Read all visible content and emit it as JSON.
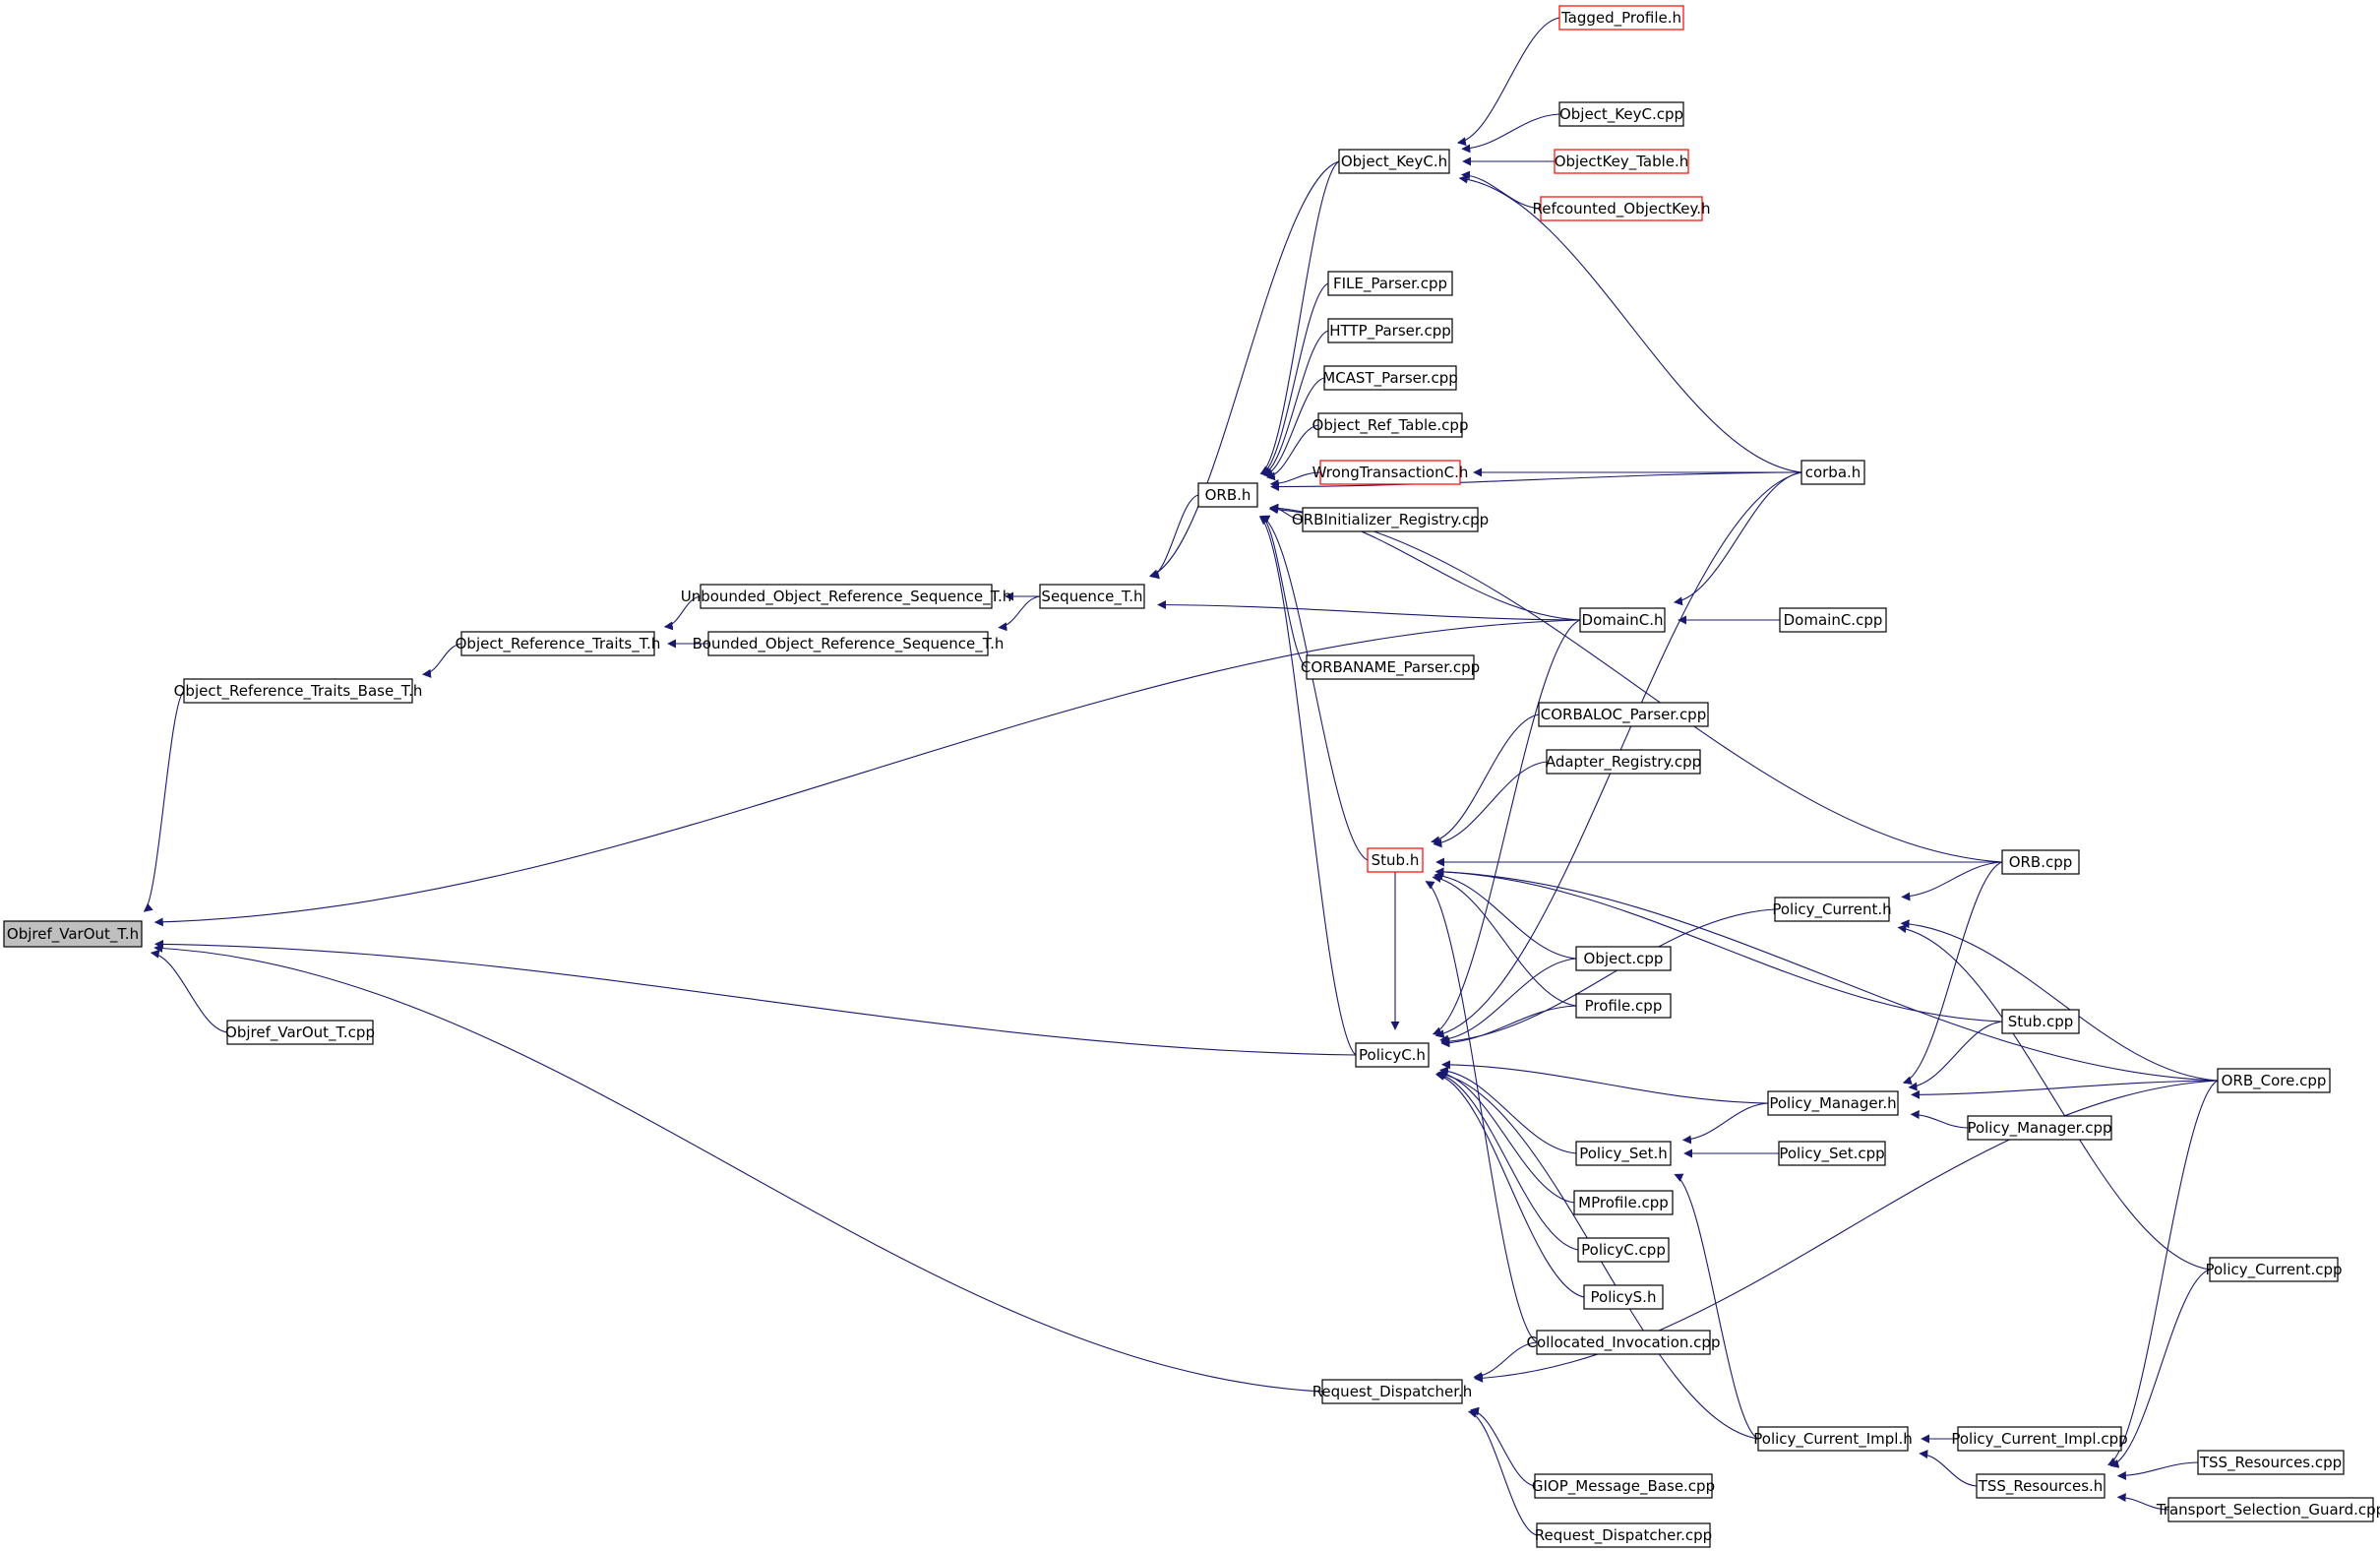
{
  "colors": {
    "edge": "#191970",
    "node_border": "#000000",
    "truncated_border": "#ff0000",
    "root_fill": "#bfbfbf"
  },
  "nodes": [
    {
      "id": "objref_varout_h",
      "label": "Objref_VarOut_T.h",
      "root": true
    },
    {
      "id": "objref_varout_cpp",
      "label": "Objref_VarOut_T.cpp"
    },
    {
      "id": "obj_ref_traits_base",
      "label": "Object_Reference_Traits_Base_T.h"
    },
    {
      "id": "obj_ref_traits",
      "label": "Object_Reference_Traits_T.h"
    },
    {
      "id": "unbounded_seq",
      "label": "Unbounded_Object_Reference_Sequence_T.h"
    },
    {
      "id": "bounded_seq",
      "label": "Bounded_Object_Reference_Sequence_T.h"
    },
    {
      "id": "sequence_t",
      "label": "Sequence_T.h"
    },
    {
      "id": "orb_h",
      "label": "ORB.h"
    },
    {
      "id": "object_keyc_h",
      "label": "Object_KeyC.h"
    },
    {
      "id": "tagged_profile",
      "label": "Tagged_Profile.h",
      "truncated": true
    },
    {
      "id": "object_keyc_cpp",
      "label": "Object_KeyC.cpp"
    },
    {
      "id": "objectkey_table",
      "label": "ObjectKey_Table.h",
      "truncated": true
    },
    {
      "id": "refcounted_objectkey",
      "label": "Refcounted_ObjectKey.h",
      "truncated": true
    },
    {
      "id": "file_parser",
      "label": "FILE_Parser.cpp"
    },
    {
      "id": "http_parser",
      "label": "HTTP_Parser.cpp"
    },
    {
      "id": "mcast_parser",
      "label": "MCAST_Parser.cpp"
    },
    {
      "id": "object_ref_table",
      "label": "Object_Ref_Table.cpp"
    },
    {
      "id": "wrongtransaction",
      "label": "WrongTransactionC.h",
      "truncated": true
    },
    {
      "id": "orbinit_registry",
      "label": "ORBInitializer_Registry.cpp"
    },
    {
      "id": "corbaname_parser",
      "label": "CORBANAME_Parser.cpp"
    },
    {
      "id": "corba_h",
      "label": "corba.h"
    },
    {
      "id": "domainc_h",
      "label": "DomainC.h"
    },
    {
      "id": "domainc_cpp",
      "label": "DomainC.cpp"
    },
    {
      "id": "corbaloc_parser",
      "label": "CORBALOC_Parser.cpp"
    },
    {
      "id": "adapter_registry",
      "label": "Adapter_Registry.cpp"
    },
    {
      "id": "stub_h",
      "label": "Stub.h",
      "truncated": true
    },
    {
      "id": "orb_cpp",
      "label": "ORB.cpp"
    },
    {
      "id": "policy_current_h",
      "label": "Policy_Current.h"
    },
    {
      "id": "object_cpp",
      "label": "Object.cpp"
    },
    {
      "id": "profile_cpp",
      "label": "Profile.cpp"
    },
    {
      "id": "stub_cpp",
      "label": "Stub.cpp"
    },
    {
      "id": "policyc_h",
      "label": "PolicyC.h"
    },
    {
      "id": "policy_manager_h",
      "label": "Policy_Manager.h"
    },
    {
      "id": "orb_core_cpp",
      "label": "ORB_Core.cpp"
    },
    {
      "id": "policy_manager_cpp",
      "label": "Policy_Manager.cpp"
    },
    {
      "id": "policy_set_h",
      "label": "Policy_Set.h"
    },
    {
      "id": "policy_set_cpp",
      "label": "Policy_Set.cpp"
    },
    {
      "id": "mprofile_cpp",
      "label": "MProfile.cpp"
    },
    {
      "id": "policyc_cpp",
      "label": "PolicyC.cpp"
    },
    {
      "id": "policys_h",
      "label": "PolicyS.h"
    },
    {
      "id": "policy_current_cpp",
      "label": "Policy_Current.cpp"
    },
    {
      "id": "collocated_invocation",
      "label": "Collocated_Invocation.cpp"
    },
    {
      "id": "request_dispatcher_h",
      "label": "Request_Dispatcher.h"
    },
    {
      "id": "policy_current_impl_h",
      "label": "Policy_Current_Impl.h"
    },
    {
      "id": "policy_current_impl_cpp",
      "label": "Policy_Current_Impl.cpp"
    },
    {
      "id": "tss_resources_h",
      "label": "TSS_Resources.h"
    },
    {
      "id": "tss_resources_cpp",
      "label": "TSS_Resources.cpp"
    },
    {
      "id": "transport_selection_guard",
      "label": "Transport_Selection_Guard.cpp"
    },
    {
      "id": "giop_message_base",
      "label": "GIOP_Message_Base.cpp"
    },
    {
      "id": "request_dispatcher_cpp",
      "label": "Request_Dispatcher.cpp"
    }
  ],
  "edges": [
    [
      "objref_varout_h",
      "objref_varout_cpp"
    ],
    [
      "objref_varout_h",
      "obj_ref_traits_base"
    ],
    [
      "objref_varout_h",
      "domainc_h"
    ],
    [
      "objref_varout_h",
      "policyc_h"
    ],
    [
      "objref_varout_h",
      "request_dispatcher_h"
    ],
    [
      "obj_ref_traits_base",
      "obj_ref_traits"
    ],
    [
      "obj_ref_traits",
      "unbounded_seq"
    ],
    [
      "obj_ref_traits",
      "bounded_seq"
    ],
    [
      "unbounded_seq",
      "sequence_t"
    ],
    [
      "bounded_seq",
      "sequence_t"
    ],
    [
      "sequence_t",
      "orb_h"
    ],
    [
      "sequence_t",
      "object_keyc_h"
    ],
    [
      "sequence_t",
      "domainc_h"
    ],
    [
      "orb_h",
      "object_keyc_h"
    ],
    [
      "orb_h",
      "file_parser"
    ],
    [
      "orb_h",
      "http_parser"
    ],
    [
      "orb_h",
      "mcast_parser"
    ],
    [
      "orb_h",
      "object_ref_table"
    ],
    [
      "orb_h",
      "wrongtransaction"
    ],
    [
      "orb_h",
      "orbinit_registry"
    ],
    [
      "orb_h",
      "corbaname_parser"
    ],
    [
      "orb_h",
      "corba_h"
    ],
    [
      "orb_h",
      "domainc_h"
    ],
    [
      "orb_h",
      "orb_cpp"
    ],
    [
      "orb_h",
      "stub_h"
    ],
    [
      "orb_h",
      "policyc_h"
    ],
    [
      "object_keyc_h",
      "tagged_profile"
    ],
    [
      "object_keyc_h",
      "object_keyc_cpp"
    ],
    [
      "object_keyc_h",
      "objectkey_table"
    ],
    [
      "object_keyc_h",
      "refcounted_objectkey"
    ],
    [
      "object_keyc_h",
      "corba_h"
    ],
    [
      "wrongtransaction",
      "corba_h"
    ],
    [
      "domainc_h",
      "domainc_cpp"
    ],
    [
      "domainc_h",
      "corba_h"
    ],
    [
      "stub_h",
      "corbaloc_parser"
    ],
    [
      "stub_h",
      "adapter_registry"
    ],
    [
      "stub_h",
      "orb_cpp"
    ],
    [
      "stub_h",
      "object_cpp"
    ],
    [
      "stub_h",
      "profile_cpp"
    ],
    [
      "stub_h",
      "stub_cpp"
    ],
    [
      "stub_h",
      "orb_core_cpp"
    ],
    [
      "stub_h",
      "collocated_invocation"
    ],
    [
      "policyc_h",
      "stub_h"
    ],
    [
      "policyc_h",
      "domainc_h"
    ],
    [
      "policyc_h",
      "corba_h"
    ],
    [
      "policyc_h",
      "object_cpp"
    ],
    [
      "policyc_h",
      "profile_cpp"
    ],
    [
      "policyc_h",
      "policy_current_h"
    ],
    [
      "policyc_h",
      "policy_manager_h"
    ],
    [
      "policyc_h",
      "policy_set_h"
    ],
    [
      "policyc_h",
      "mprofile_cpp"
    ],
    [
      "policyc_h",
      "policyc_cpp"
    ],
    [
      "policyc_h",
      "policys_h"
    ],
    [
      "policyc_h",
      "policy_current_impl_h"
    ],
    [
      "policy_current_h",
      "orb_cpp"
    ],
    [
      "policy_current_h",
      "orb_core_cpp"
    ],
    [
      "policy_current_h",
      "policy_current_cpp"
    ],
    [
      "policy_manager_h",
      "orb_cpp"
    ],
    [
      "policy_manager_h",
      "stub_cpp"
    ],
    [
      "policy_manager_h",
      "orb_core_cpp"
    ],
    [
      "policy_manager_h",
      "policy_manager_cpp"
    ],
    [
      "policy_set_h",
      "policy_manager_h"
    ],
    [
      "policy_set_h",
      "policy_set_cpp"
    ],
    [
      "policy_set_h",
      "policy_current_impl_h"
    ],
    [
      "request_dispatcher_h",
      "collocated_invocation"
    ],
    [
      "request_dispatcher_h",
      "orb_core_cpp"
    ],
    [
      "request_dispatcher_h",
      "giop_message_base"
    ],
    [
      "request_dispatcher_h",
      "request_dispatcher_cpp"
    ],
    [
      "policy_current_impl_h",
      "policy_current_impl_cpp"
    ],
    [
      "policy_current_impl_h",
      "tss_resources_h"
    ],
    [
      "tss_resources_h",
      "tss_resources_cpp"
    ],
    [
      "tss_resources_h",
      "transport_selection_guard"
    ],
    [
      "tss_resources_h",
      "orb_core_cpp"
    ],
    [
      "tss_resources_h",
      "policy_current_cpp"
    ]
  ]
}
